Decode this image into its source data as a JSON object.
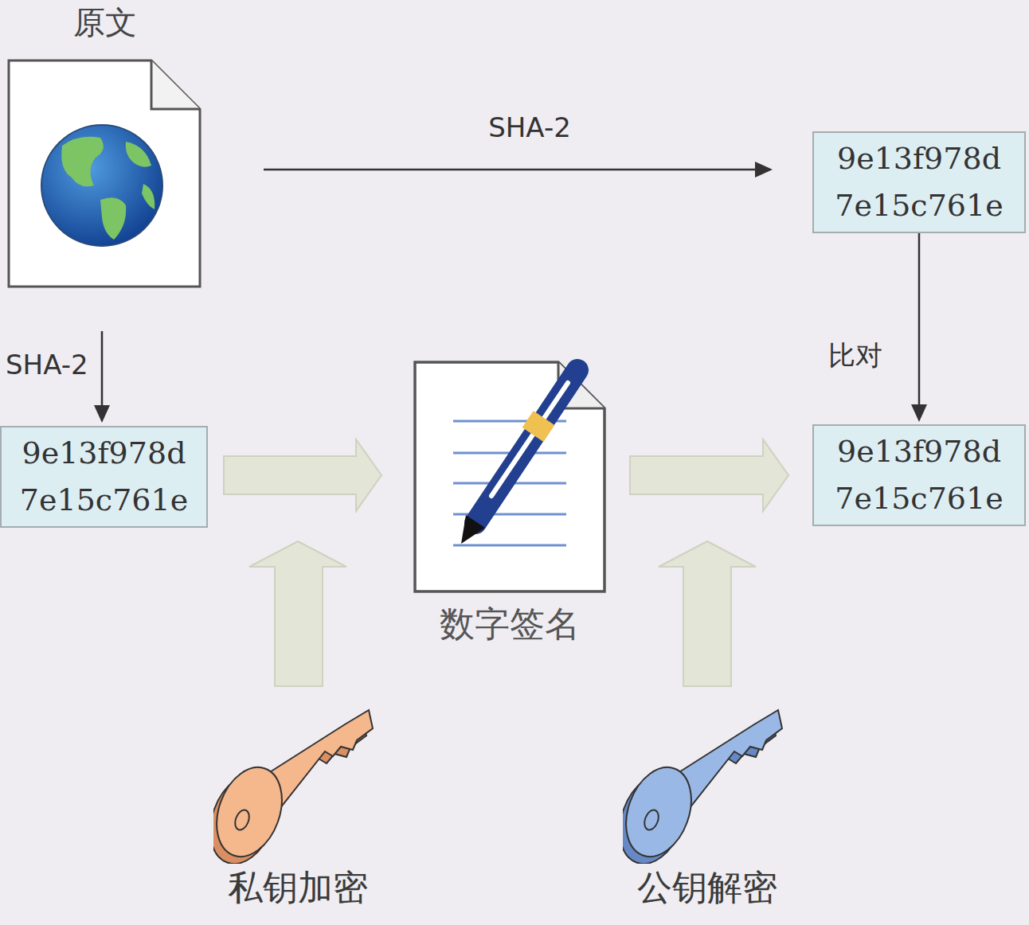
{
  "diagram": {
    "nodes": [
      {
        "text": [
          "原文"
        ]
      },
      {
        "text": [
          "9e13f978d 7e15c761e"
        ]
      },
      {
        "text": [
          "9e13f978d 7e15c761e"
        ]
      },
      {
        "text": [
          "数字签名"
        ]
      },
      {
        "text": [
          "9e13f978d 7e15c761e"
        ]
      },
      {
        "text": [
          "私钥加密"
        ]
      },
      {
        "text": [
          "公钥解密"
        ]
      }
    ],
    "edges": [
      {
        "from": 0,
        "to": 1,
        "arrow": "to",
        "label": "SHA-2"
      },
      {
        "from": 0,
        "to": 2,
        "arrow": "to",
        "label": "SHA-2"
      },
      {
        "from": 2,
        "to": 3,
        "arrow": "to"
      },
      {
        "from": 3,
        "to": 4,
        "arrow": "to"
      },
      {
        "from": 1,
        "to": 4,
        "arrow": "to",
        "label": "比对"
      }
    ]
  }
}
